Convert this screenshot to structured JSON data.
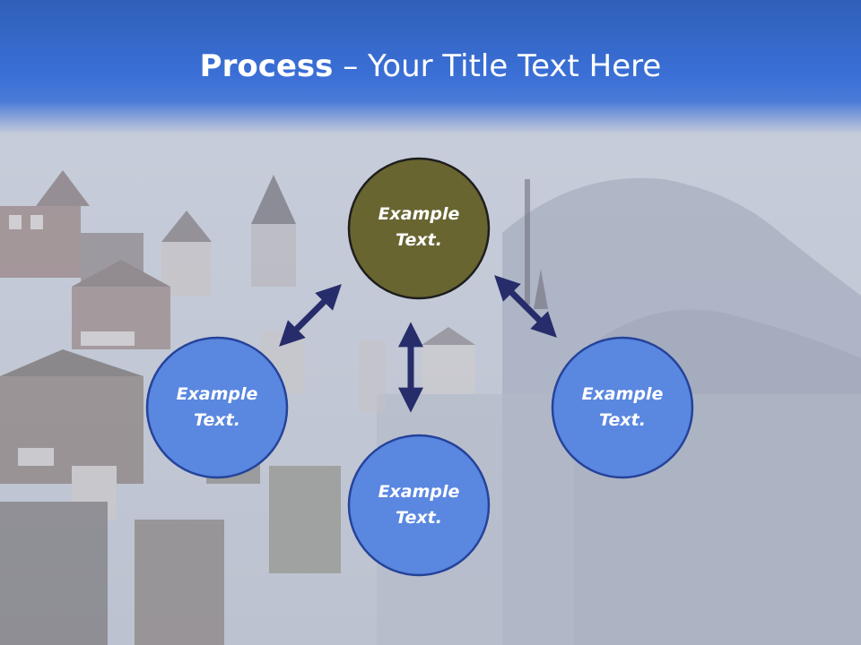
{
  "slide": {
    "title_bold": "Process",
    "title_dash": " – ",
    "title_rest": "Your Title Text Here"
  },
  "nodes": [
    {
      "id": "top",
      "line1": "Example",
      "line2": "Text.",
      "fill": "#686531",
      "stroke": "#1e1e1e"
    },
    {
      "id": "left",
      "line1": "Example",
      "line2": "Text.",
      "fill": "#5a87e0",
      "stroke": "#25439a"
    },
    {
      "id": "bottom",
      "line1": "Example",
      "line2": "Text.",
      "fill": "#5a87e0",
      "stroke": "#25439a"
    },
    {
      "id": "right",
      "line1": "Example",
      "line2": "Text.",
      "fill": "#5a87e0",
      "stroke": "#25439a"
    }
  ],
  "colors": {
    "title_bar": "#3a6fd6",
    "arrow": "#272d6b",
    "background": "#c3c8d4"
  },
  "connectors": [
    {
      "from": "top",
      "to": "left",
      "style": "double-arrow"
    },
    {
      "from": "top",
      "to": "right",
      "style": "double-arrow"
    },
    {
      "from": "top",
      "to": "bottom",
      "style": "double-arrow"
    }
  ]
}
